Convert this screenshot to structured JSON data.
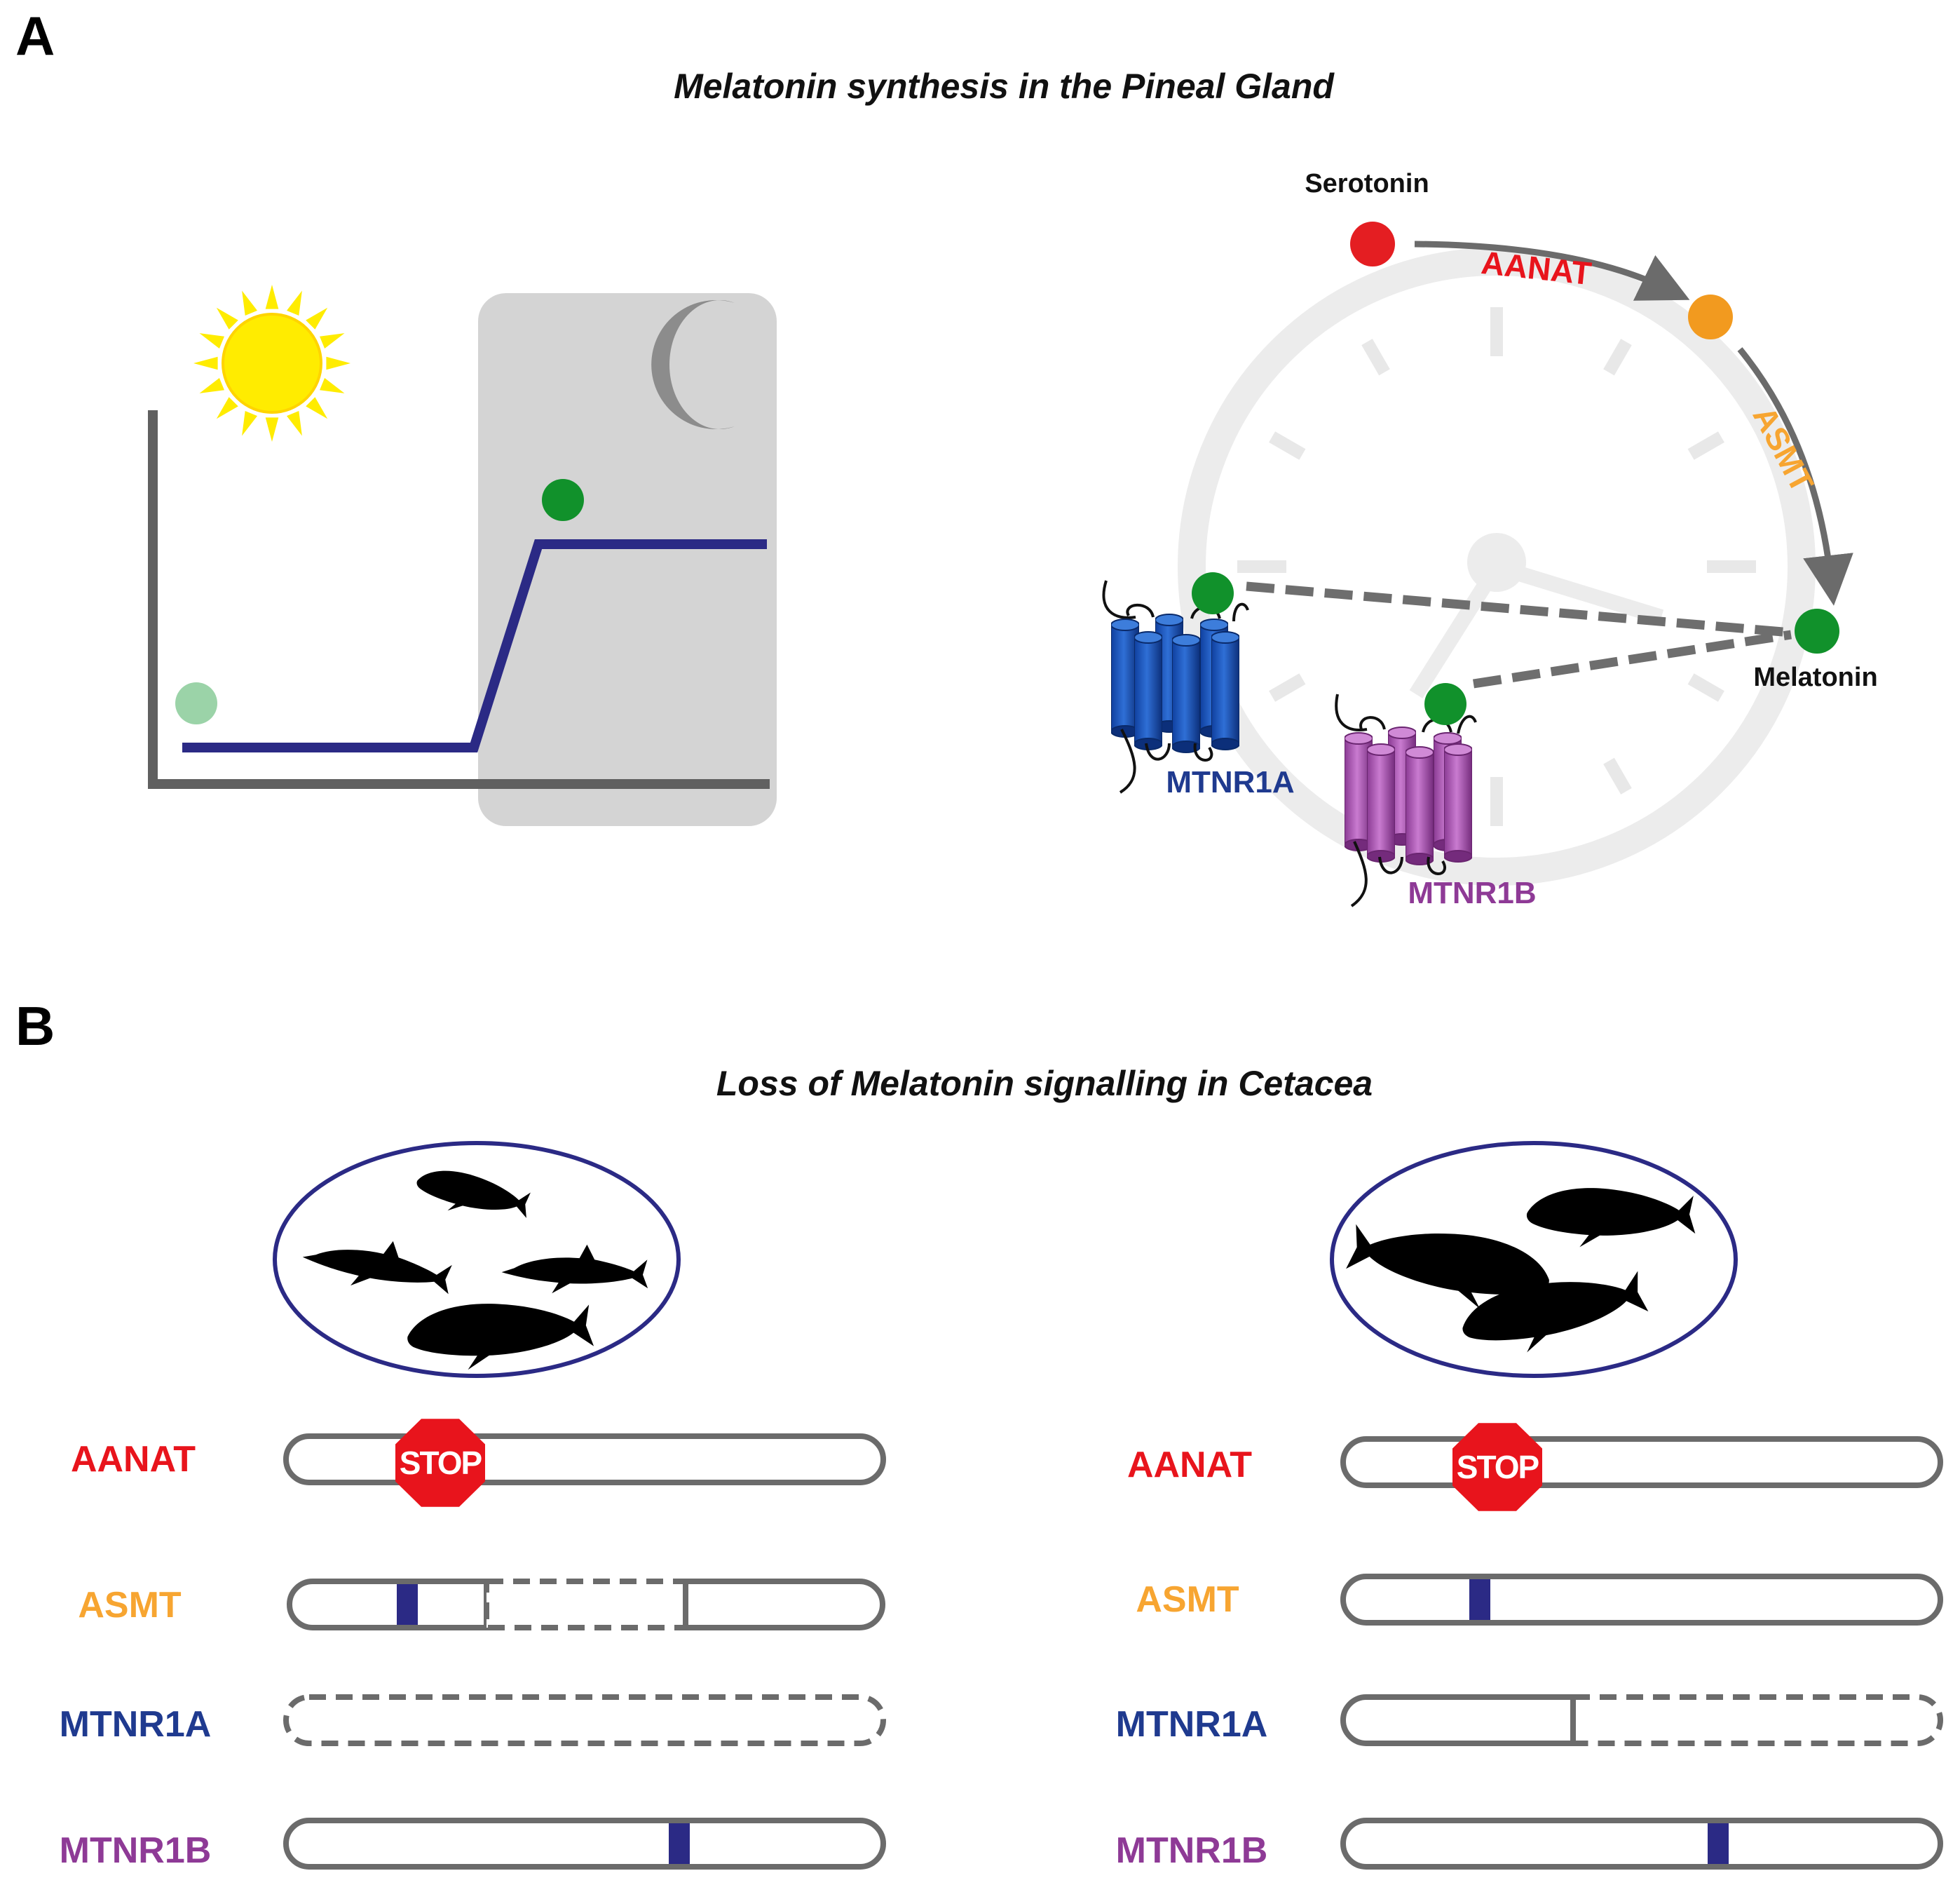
{
  "panel_a": {
    "letter": "A",
    "title": "Melatonin synthesis in the Pineal Gland",
    "molecules": {
      "serotonin": "Serotonin",
      "melatonin": "Melatonin"
    },
    "enzymes": {
      "aanat": "AANAT",
      "asmt": "ASMT"
    },
    "receptors": {
      "mtnr1a": "MTNR1A",
      "mtnr1b": "MTNR1B"
    },
    "icons": [
      "sun-icon",
      "moon-icon",
      "clock-icon",
      "receptor-icon"
    ]
  },
  "panel_b": {
    "letter": "B",
    "title": "Loss of Melatonin signalling in Cetacea",
    "stop_text": "STOP",
    "gene_labels": {
      "aanat": "AANAT",
      "asmt": "ASMT",
      "mtnr1a": "MTNR1A",
      "mtnr1b": "MTNR1B"
    },
    "groups": [
      {
        "icon": "toothed-whales-icon",
        "genes": {
          "aanat": "premature stop codon",
          "asmt": "deletion with frameshift mutation",
          "mtnr1a": "complete gene loss",
          "mtnr1b": "frameshift mutation"
        }
      },
      {
        "icon": "baleen-whales-icon",
        "genes": {
          "aanat": "premature stop codon",
          "asmt": "frameshift mutation",
          "mtnr1a": "partial gene deletion",
          "mtnr1b": "frameshift mutation"
        }
      }
    ]
  },
  "colors": {
    "aanat": "#e8141c",
    "asmt": "#f7a531",
    "mtnr1a": "#1f3a8f",
    "mtnr1b": "#8e3a96",
    "melatonin_line": "#2b2a85",
    "melatonin_dot": "#11912b",
    "serotonin_dot": "#e41e22",
    "intermediate_dot": "#f29a1f",
    "night_box": "#d4d4d4",
    "sun": "#ffec00"
  }
}
